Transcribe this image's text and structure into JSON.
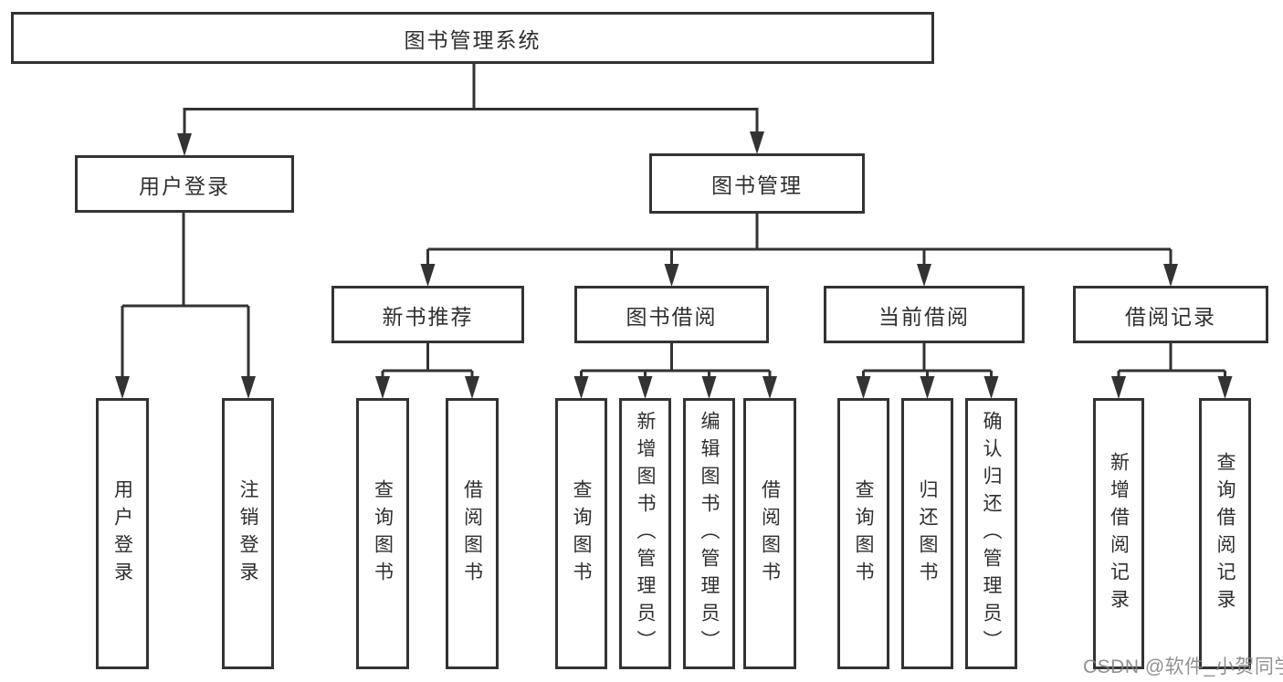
{
  "tree": {
    "root": {
      "label": "图书管理系统",
      "children": [
        {
          "label": "用户登录",
          "children": [
            {
              "label": "用户登录"
            },
            {
              "label": "注销登录"
            }
          ]
        },
        {
          "label": "图书管理",
          "children": [
            {
              "label": "新书推荐",
              "children": [
                {
                  "label": "查询图书"
                },
                {
                  "label": "借阅图书"
                }
              ]
            },
            {
              "label": "图书借阅",
              "children": [
                {
                  "label": "查询图书"
                },
                {
                  "label": "新增图书（管理员）"
                },
                {
                  "label": "编辑图书（管理员）"
                },
                {
                  "label": "借阅图书"
                }
              ]
            },
            {
              "label": "当前借阅",
              "children": [
                {
                  "label": "查询图书"
                },
                {
                  "label": "归还图书"
                },
                {
                  "label": "确认归还（管理员）"
                }
              ]
            },
            {
              "label": "借阅记录",
              "children": [
                {
                  "label": "新增借阅记录"
                },
                {
                  "label": "查询借阅记录"
                }
              ]
            }
          ]
        }
      ]
    }
  },
  "watermark": {
    "text": "CSDN @软件_小贺同学"
  },
  "colors": {
    "line": "#333333",
    "text": "#2f2f2f",
    "box_background": "#ffffff",
    "watermark": "#9c9c9c",
    "page_background": "#ffffff"
  }
}
